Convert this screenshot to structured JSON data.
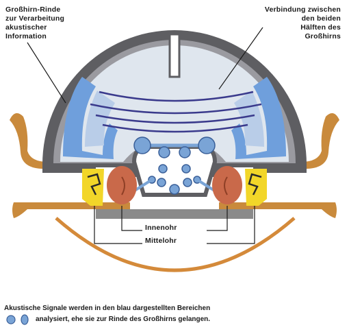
{
  "labels": {
    "cortex": [
      "Großhirn-Rinde",
      "zur Verarbeitung",
      "akustischer",
      "Information"
    ],
    "bridge": [
      "Verbindung zwischen",
      "den beiden",
      "Hälften des",
      "Großhirns"
    ],
    "inner_ear": "Innenohr",
    "middle_ear": "Mittelohr"
  },
  "caption": {
    "line1": "Akustische Signale werden in den blau dargestellten Bereichen",
    "line2": "analysiert, ehe sie zur Rinde des Großhirns gelangen."
  },
  "colors": {
    "skull": "#5e5e62",
    "brain_bg": "#dfe6ee",
    "cortex_blue": "#6f9fdc",
    "cortex_light": "#b9cde8",
    "fibers": "#3a3a8c",
    "nucleus": "#7aa4d6",
    "cochlea": "#c9694a",
    "ear_tan": "#c98a3c",
    "middle_ear_yellow": "#f2d629",
    "jaw_arc": "#d48a3a"
  }
}
